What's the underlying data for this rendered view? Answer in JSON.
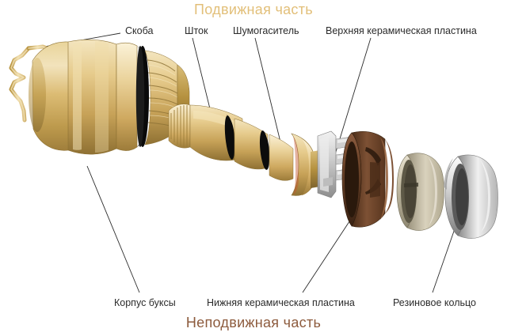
{
  "diagram": {
    "title_top": "Подвижная часть",
    "title_bottom": "Неподвижная часть",
    "title_top_color": "#e2bf79",
    "title_bottom_color": "#8d5b3d",
    "background_color": "#ffffff",
    "labels": {
      "skoba": "Скоба",
      "shtok": "Шток",
      "shumogasitel": "Шумогаситель",
      "verhnyaya_plastina": "Верхняя керамическая пластина",
      "korpus_buksy": "Корпус буксы",
      "nizhnyaya_plastina": "Нижняя керамическая пластина",
      "rezinovoe_kolco": "Резиновое кольцо"
    },
    "parts": [
      {
        "name": "skoba",
        "label": "Скоба",
        "group": "movable",
        "color": "#c9a650",
        "description": "bent brass wire retaining clip at far left"
      },
      {
        "name": "korpus-buksy",
        "label": "Корпус буксы",
        "group": "fixed",
        "color": "#d8b768",
        "description": "brass cartridge body with threads and black o-ring"
      },
      {
        "name": "shtok",
        "label": "Шток",
        "group": "movable",
        "color": "#e3c378",
        "description": "splined brass stem with two black o-rings"
      },
      {
        "name": "shumogasitel",
        "label": "Шумогаситель",
        "group": "movable",
        "color": "#c9c9c9",
        "description": "light grey noise damper with slots"
      },
      {
        "name": "verhnyaya-keramicheskaya-plastina",
        "label": "Верхняя керамическая пластина",
        "group": "movable",
        "color": "#6b4630",
        "description": "dark brown upper ceramic plate carrier"
      },
      {
        "name": "nizhnyaya-keramicheskaya-plastina",
        "label": "Нижняя керамическая пластина",
        "group": "fixed",
        "color": "#bdb5a0",
        "description": "beige lower ceramic plate ring"
      },
      {
        "name": "rezinovoe-kolco",
        "label": "Резиновое кольцо",
        "group": "fixed",
        "color": "#d4d4d4",
        "description": "light grey rubber sealing ring"
      }
    ]
  }
}
